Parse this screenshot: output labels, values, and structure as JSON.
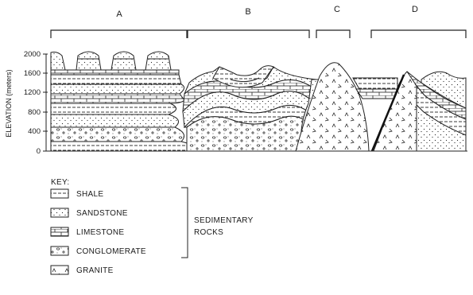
{
  "regions": [
    "A",
    "B",
    "C",
    "D"
  ],
  "y_axis": {
    "title": "ELEVATION (meters)",
    "ticks": [
      "2000",
      "1600",
      "1200",
      "800",
      "400",
      "0"
    ]
  },
  "key": {
    "heading": "KEY:",
    "items": [
      {
        "name": "shale",
        "label": "SHALE"
      },
      {
        "name": "sandstone",
        "label": "SANDSTONE"
      },
      {
        "name": "limestone",
        "label": "LIMESTONE"
      },
      {
        "name": "conglomerate",
        "label": "CONGLOMERATE"
      },
      {
        "name": "granite",
        "label": "GRANITE"
      }
    ],
    "group_label_1": "SEDIMENTARY",
    "group_label_2": "ROCKS"
  },
  "colors": {
    "ink": "#1a1a1a",
    "paper": "#ffffff"
  }
}
